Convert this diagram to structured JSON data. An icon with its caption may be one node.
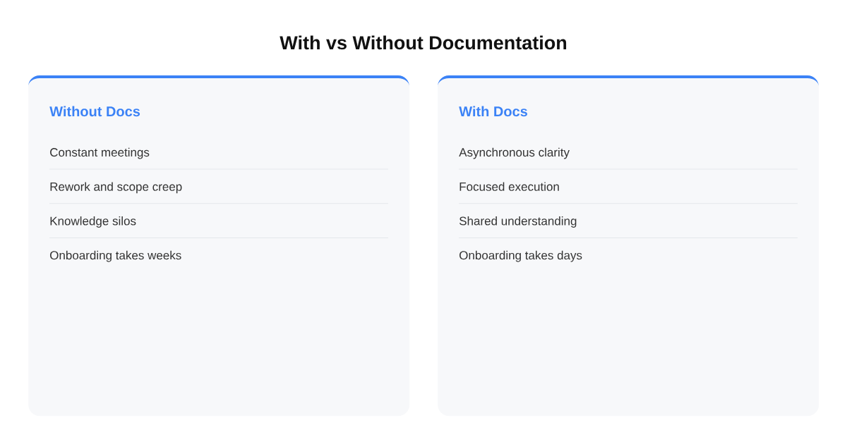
{
  "diagram": {
    "title": "With vs Without Documentation",
    "nodes": [
      {
        "text": [
          "Without Docs",
          "Constant meetings",
          "Rework and scope creep",
          "Knowledge silos",
          "Onboarding takes weeks"
        ]
      },
      {
        "text": [
          "With Docs",
          "Asynchronous clarity",
          "Focused execution",
          "Shared understanding",
          "Onboarding takes days"
        ]
      }
    ]
  }
}
